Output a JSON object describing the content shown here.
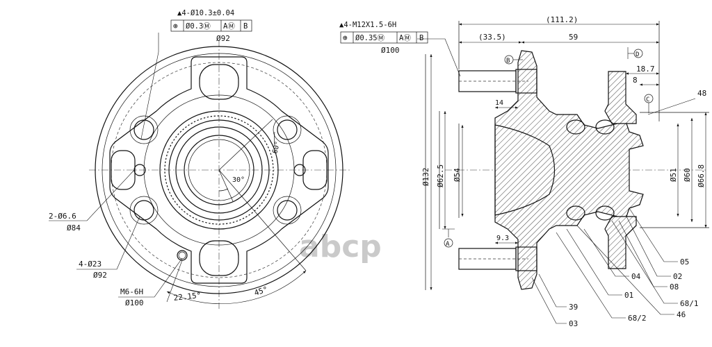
{
  "front_view": {
    "tol_note": "▲4-Ø10.3±0.04",
    "tol_frame": [
      "⊕",
      "Ø0.3Ⓜ",
      "AⓂ",
      "B"
    ],
    "dia_92_top": "Ø92",
    "hole_2": "2-Ø6.6",
    "dia_84": "Ø84",
    "hole_4": "4-Ø23",
    "dia_92_bottom": "Ø92",
    "thread_m6": "M6-6H",
    "dia_100": "Ø100",
    "angle_22": "22.15°",
    "angle_45": "45°",
    "angle_30": "30°",
    "angle_60": "60°"
  },
  "section_view": {
    "thread_note": "▲4-M12X1.5-6H",
    "tol_frame": [
      "⊕",
      "Ø0.35Ⓜ",
      "AⓂ",
      "B"
    ],
    "dia_100": "Ø100",
    "dim_111_2": "(111.2)",
    "dim_33_5": "(33.5)",
    "dim_59": "59",
    "dim_18_7": "18.7",
    "dim_8": "8",
    "dim_48": "48",
    "dim_14": "14",
    "dim_9_3": "9.3",
    "dia_132": "Ø132",
    "dia_62_5": "Ø62.5",
    "dia_54": "Ø54",
    "dia_51": "Ø51",
    "dia_60": "Ø60",
    "dia_66_8": "Ø66.8",
    "datum_a": "A",
    "datum_b": "B",
    "datum_c": "C",
    "datum_d": "D",
    "part_05": "05",
    "part_02": "02",
    "part_08": "08",
    "part_68_1": "68/1",
    "part_46": "46",
    "part_04": "04",
    "part_01": "01",
    "part_68_2": "68/2",
    "part_39": "39",
    "part_03": "03"
  },
  "watermark": "abcp"
}
